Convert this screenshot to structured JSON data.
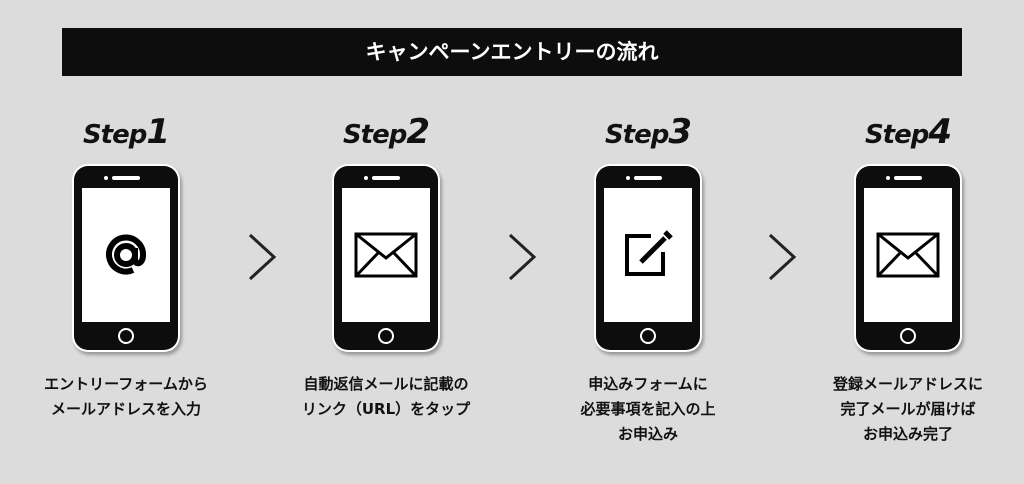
{
  "title": "キャンペーンエントリーの流れ",
  "steps": [
    {
      "word": "Step",
      "num": "1",
      "icon": "at-icon",
      "desc": "エントリーフォームから\nメールアドレスを入力"
    },
    {
      "word": "Step",
      "num": "2",
      "icon": "envelope-icon",
      "desc": "自動返信メールに記載の\nリンク（URL）をタップ"
    },
    {
      "word": "Step",
      "num": "3",
      "icon": "edit-icon",
      "desc": "申込みフォームに\n必要事項を記入の上\nお申込み"
    },
    {
      "word": "Step",
      "num": "4",
      "icon": "envelope-icon",
      "desc": "登録メールアドレスに\n完了メールが届けば\nお申込み完了"
    }
  ]
}
